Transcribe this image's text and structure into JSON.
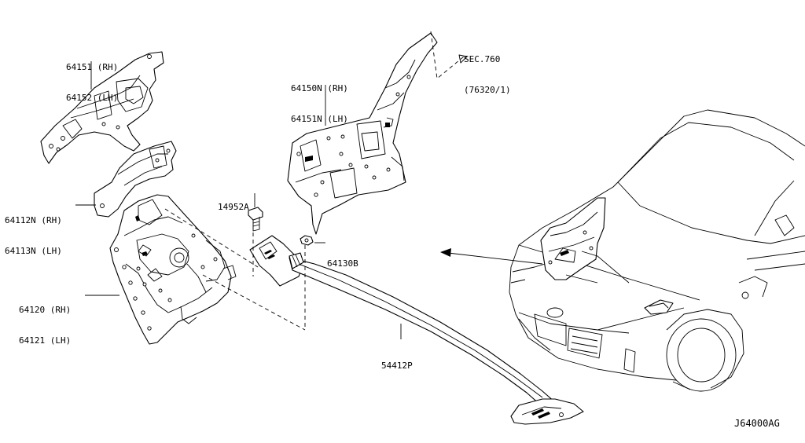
{
  "parts": {
    "p64151": {
      "line1": "64151 (RH)",
      "line2": "64152 (LH)"
    },
    "p64150n": {
      "line1": "64150N (RH)",
      "line2": "64151N (LH)"
    },
    "sec760": {
      "line1": "SEC.760",
      "line2": "(76320/1)"
    },
    "p64112n": {
      "line1": "64112N (RH)",
      "line2": "64113N (LH)"
    },
    "p14952a": {
      "line1": "14952A"
    },
    "p64130b": {
      "line1": "64130B"
    },
    "p64120": {
      "line1": "64120 (RH)",
      "line2": "64121 (LH)"
    },
    "p54412p": {
      "line1": "54412P"
    }
  },
  "diagram_code": "J64000AG"
}
